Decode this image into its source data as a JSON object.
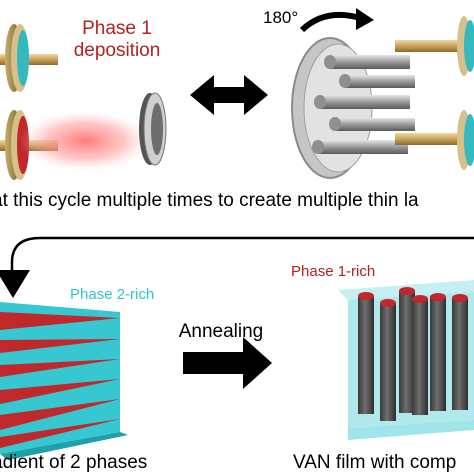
{
  "top": {
    "phase1_line1": "Phase 1",
    "phase1_line2": "deposition",
    "rotation_angle": "180°",
    "caption": "at this cycle multiple times to create multiple thin la"
  },
  "bottom": {
    "phase2_rich": "Phase 2-rich",
    "annealing": "Annealing",
    "phase1_rich": "Phase 1-rich",
    "left_caption": "adient of 2 phases",
    "right_caption": "VAN film with comp"
  },
  "colors": {
    "phase1_red": "#c0282c",
    "phase2_cyan": "#36c7d0",
    "label_red": "#b1231f",
    "label_cyan": "#33c4cc",
    "target_gold": "#c9a35a"
  }
}
